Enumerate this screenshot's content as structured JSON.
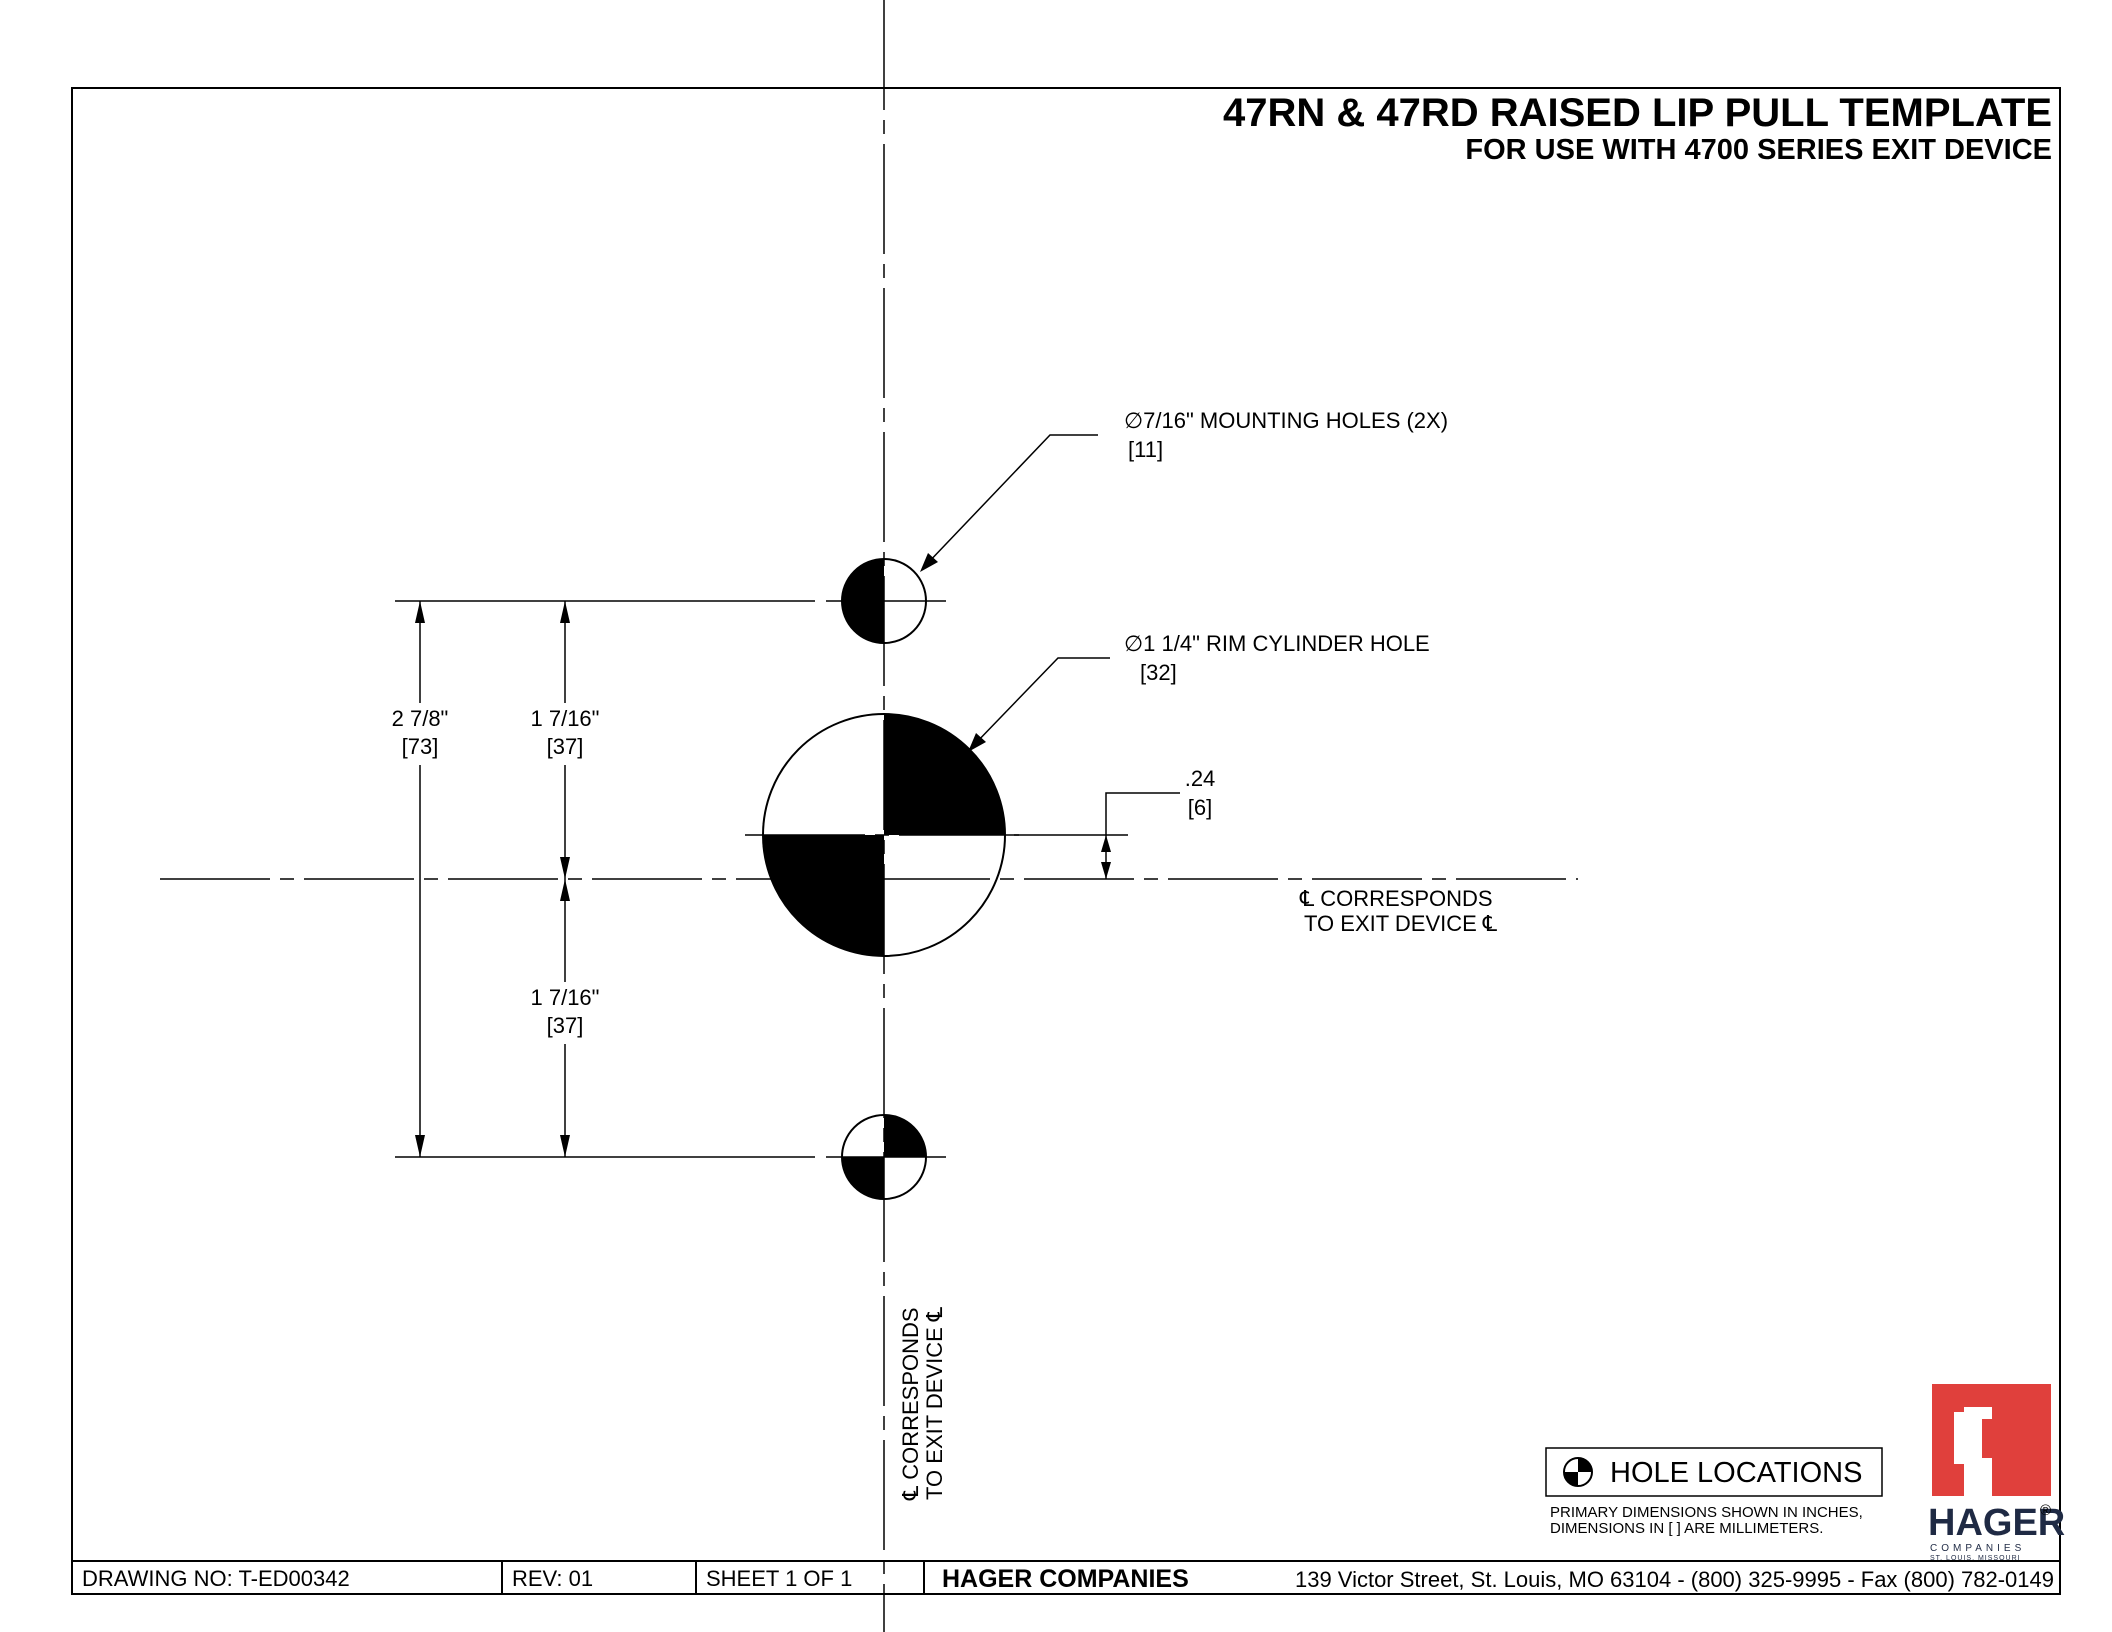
{
  "title": {
    "main": "47RN & 47RD RAISED LIP PULL TEMPLATE",
    "sub": "FOR USE WITH 4700 SERIES EXIT DEVICE"
  },
  "callouts": {
    "mounting_holes": {
      "inches": "∅7/16\" MOUNTING HOLES (2X)",
      "mm": "[11]"
    },
    "rim_cylinder": {
      "inches": "∅1 1/4\" RIM CYLINDER HOLE",
      "mm": "[32]"
    }
  },
  "dimensions": {
    "overall": {
      "inches": "2 7/8\"",
      "mm": "[73]"
    },
    "upper": {
      "inches": "1 7/16\"",
      "mm": "[37]"
    },
    "lower": {
      "inches": "1 7/16\"",
      "mm": "[37]"
    },
    "offset": {
      "inches": ".24",
      "mm": "[6]"
    }
  },
  "centerline_notes": {
    "horizontal_line1": "℄ CORRESPONDS",
    "horizontal_line2": "TO EXIT DEVICE ℄",
    "vertical_line1": "℄ CORRESPONDS",
    "vertical_line2": "TO EXIT DEVICE ℄"
  },
  "legend": {
    "label": "HOLE LOCATIONS",
    "note_line1": "PRIMARY DIMENSIONS SHOWN IN INCHES,",
    "note_line2": "DIMENSIONS IN [ ] ARE MILLIMETERS."
  },
  "title_block": {
    "drawing_no": "DRAWING NO:  T-ED00342",
    "rev": "REV: 01",
    "sheet": "SHEET 1 OF 1",
    "company": "HAGER COMPANIES",
    "address": "139 Victor Street, St. Louis, MO 63104 - (800) 325-9995 - Fax (800) 782-0149"
  },
  "logo": {
    "word": "HAGER",
    "mark": "®",
    "sub": "COMPANIES",
    "location": "ST. LOUIS, MISSOURI",
    "color": "#e0403c"
  }
}
